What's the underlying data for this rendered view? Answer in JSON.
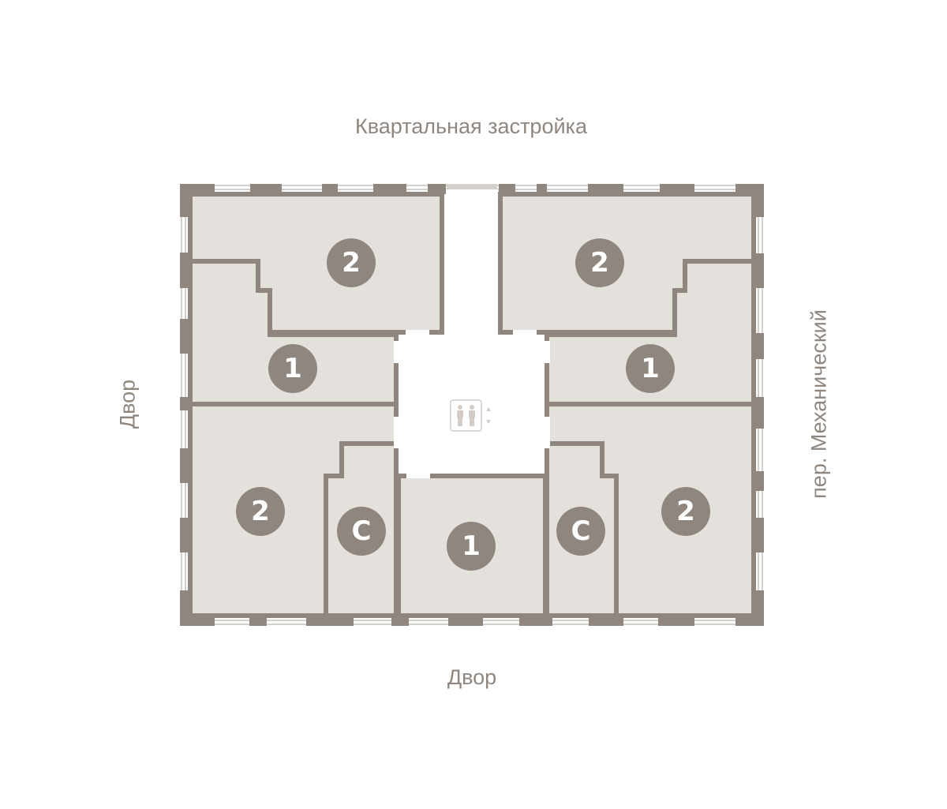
{
  "labels": {
    "top": "Квартальная застройка",
    "bottom": "Двор",
    "left": "Двор",
    "right": "пер. Механический"
  },
  "apartments": [
    {
      "id": "top-left",
      "rooms": "2"
    },
    {
      "id": "top-right",
      "rooms": "2"
    },
    {
      "id": "mid-left",
      "rooms": "1"
    },
    {
      "id": "mid-right",
      "rooms": "1"
    },
    {
      "id": "bottom-left",
      "rooms": "2"
    },
    {
      "id": "bottom-right",
      "rooms": "2"
    },
    {
      "id": "studio-left",
      "rooms": "С"
    },
    {
      "id": "studio-right",
      "rooms": "С"
    },
    {
      "id": "bottom-center",
      "rooms": "1"
    }
  ],
  "icons": {
    "elevator": "elevator-icon"
  },
  "colors": {
    "wall": "#8f877f",
    "room": "#e4e0dc",
    "text": "#8f877f"
  }
}
